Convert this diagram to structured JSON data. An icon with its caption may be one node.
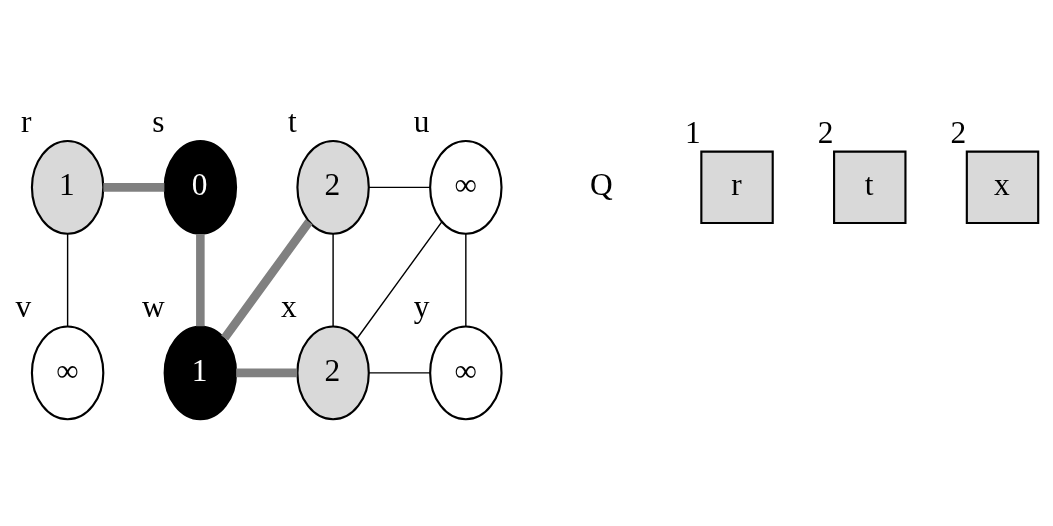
{
  "diagram": {
    "nodes": [
      {
        "text": [
          "1"
        ],
        "beside": [
          "r"
        ]
      },
      {
        "text": [
          "0"
        ],
        "beside": [
          "s"
        ]
      },
      {
        "text": [
          "2"
        ],
        "beside": [
          "t"
        ]
      },
      {
        "text": [
          "∞"
        ],
        "beside": [
          "u"
        ]
      },
      {
        "text": [
          "∞"
        ],
        "beside": [
          "v"
        ]
      },
      {
        "text": [
          "1"
        ],
        "beside": [
          "w"
        ]
      },
      {
        "text": [
          "2"
        ],
        "beside": [
          "x"
        ]
      },
      {
        "text": [
          "∞"
        ],
        "beside": [
          "y"
        ]
      },
      {
        "text": [
          "r"
        ],
        "beside": [
          "1"
        ]
      },
      {
        "text": [
          "t"
        ],
        "beside": [
          "2"
        ]
      },
      {
        "text": [
          "x"
        ],
        "beside": [
          "2"
        ]
      }
    ],
    "edges": [
      {
        "from": 0,
        "to": 1,
        "arrow": "none",
        "style": "thick",
        "color": "#808080"
      },
      {
        "from": 0,
        "to": 4,
        "arrow": "none"
      },
      {
        "from": 1,
        "to": 5,
        "arrow": "none",
        "style": "thick",
        "color": "#808080"
      },
      {
        "from": 2,
        "to": 3,
        "arrow": "none"
      },
      {
        "from": 5,
        "to": 2,
        "arrow": "none",
        "style": "thick",
        "color": "#808080"
      },
      {
        "from": 2,
        "to": 6,
        "arrow": "none"
      },
      {
        "from": 3,
        "to": 6,
        "arrow": "none"
      },
      {
        "from": 3,
        "to": 7,
        "arrow": "none"
      },
      {
        "from": 5,
        "to": 6,
        "arrow": "none",
        "style": "thick",
        "color": "#808080"
      },
      {
        "from": 6,
        "to": 7,
        "arrow": "none"
      }
    ],
    "labels": [
      "Q"
    ]
  }
}
